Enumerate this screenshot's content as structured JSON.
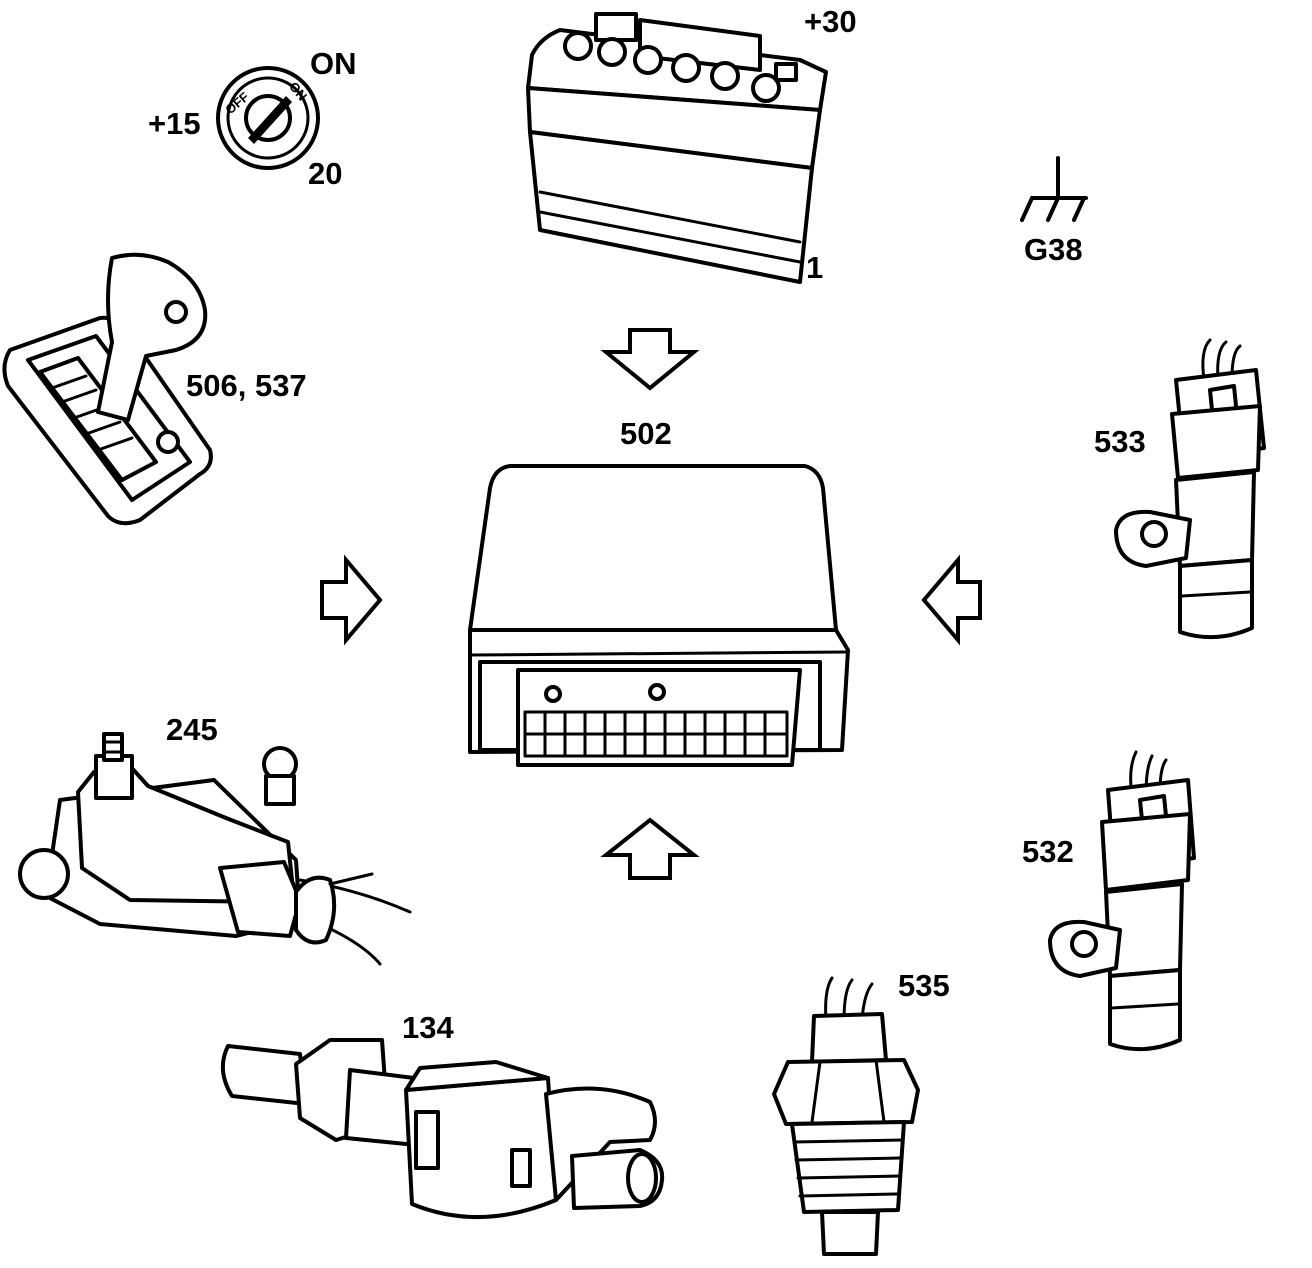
{
  "labels": {
    "battery_plus": "+30",
    "battery_id": "1",
    "ground_id": "G38",
    "ign_on": "ON",
    "ign_plus": "+15",
    "ign_id": "20",
    "selector_id": "506, 537",
    "control_unit_id": "502",
    "sensor_top_id": "533",
    "sensor_mid_id": "532",
    "temp_sensor_id": "535",
    "brake_switch_id": "134",
    "position_switch_id": "245",
    "ign_off_text": "OFF",
    "ign_on_text": "ON"
  }
}
